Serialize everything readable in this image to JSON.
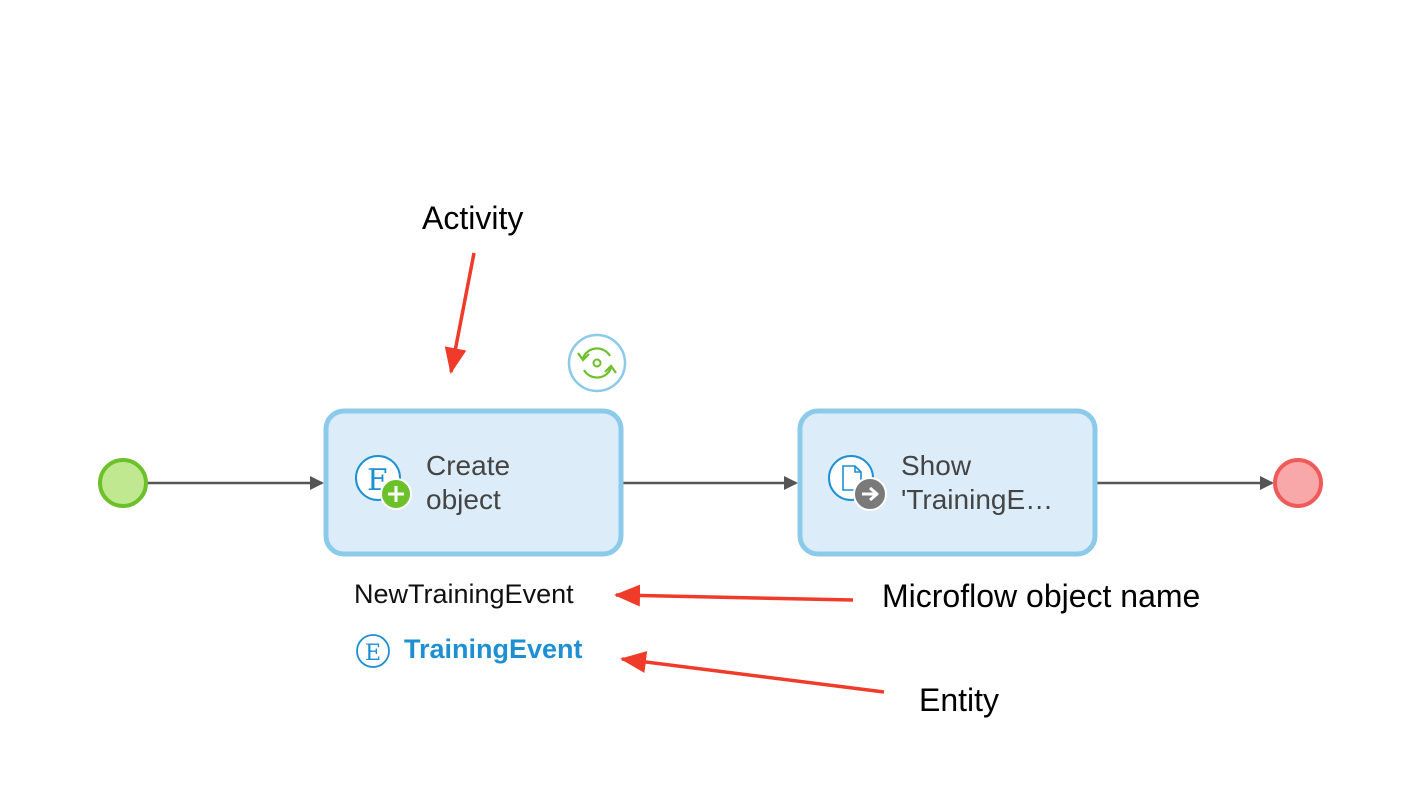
{
  "annotations": {
    "activity": "Activity",
    "object_name": "Microflow object name",
    "entity": "Entity"
  },
  "activities": [
    {
      "line1": "Create",
      "line2": "object",
      "icon": "entity-create-icon"
    },
    {
      "line1": "Show",
      "line2": "'TrainingE…",
      "icon": "show-page-icon"
    }
  ],
  "output": {
    "variable_name": "NewTrainingEvent",
    "entity_name": "TrainingEvent",
    "entity_icon": "entity-icon"
  },
  "colors": {
    "activity_fill": "#dcedf9",
    "activity_border": "#8ccaea",
    "start_fill": "#c0e890",
    "start_border": "#6cc02a",
    "end_fill": "#f8a8a8",
    "end_border": "#ef5a5a",
    "flow_line": "#555555",
    "annotation_arrow": "#f03a2a",
    "entity_blue": "#1d8fd2"
  }
}
